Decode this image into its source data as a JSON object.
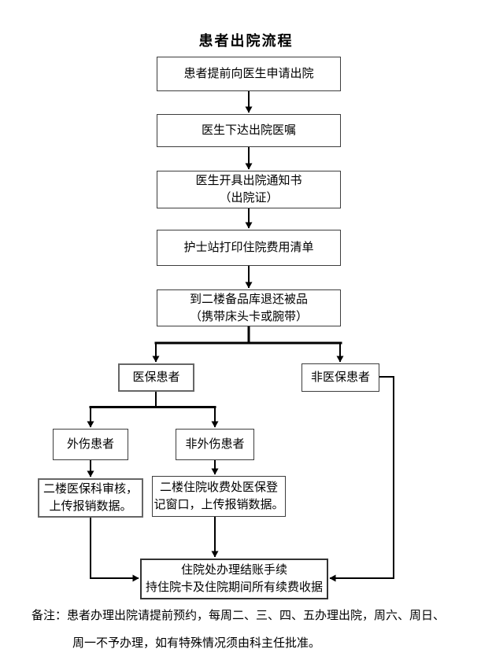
{
  "title": "患者出院流程",
  "nodes": {
    "apply": "患者提前向医生申请出院",
    "doctor_order": "医生下达出院医嘱",
    "notice": "医生开具出院通知书\n（出院证）",
    "print_bill": "护士站打印住院费用清单",
    "return_items": "到二楼备品库退还被品\n（携带床头卡或腕带）",
    "insured": "医保患者",
    "uninsured": "非医保患者",
    "trauma": "外伤患者",
    "non_trauma": "非外伤患者",
    "insurance_review": "二楼医保科审核，\n上传报销数据。",
    "insurance_register": "二楼住院收费处医保登\n记窗口，上传报销数据。",
    "settlement": "住院处办理结账手续\n持住院卡及住院期间所有续费收据"
  },
  "note": {
    "line1": "备注：患者办理出院请提前预约，每周二、三、四、五办理出院，周六、周日、",
    "line2": "周一不予办理，如有特殊情况须由科主任批准。"
  },
  "colors": {
    "line": "#000000",
    "border": "#3d3d3d"
  }
}
